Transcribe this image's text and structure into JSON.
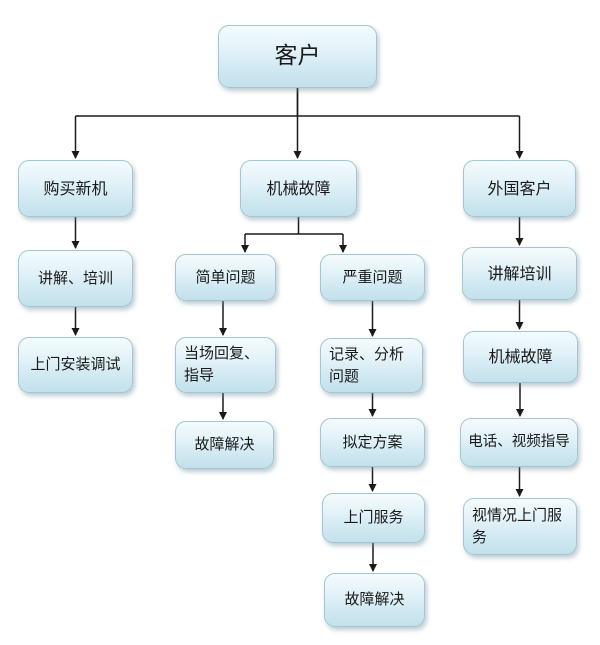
{
  "style": {
    "background": "#ffffff",
    "box_fill_top": "#f4fbfd",
    "box_fill_bottom": "#c3e1ec",
    "box_border": "#a3c6d2",
    "text_color": "#1a1a1a",
    "connector_color": "#1a1a1a"
  },
  "flowchart": {
    "type": "flowchart",
    "nodes": {
      "customer": {
        "label": "客户"
      },
      "buy_new_machine": {
        "label": "购买新机"
      },
      "explain_training_left": {
        "label": "讲解、培训"
      },
      "onsite_install_debug": {
        "label": "上门安装调试"
      },
      "mechanical_failure": {
        "label": "机械故障"
      },
      "simple_problem": {
        "label": "简单问题"
      },
      "onsite_reply_guidance": {
        "label": "当场回复、指导"
      },
      "fault_resolved_left": {
        "label": "故障解决"
      },
      "serious_problem": {
        "label": "严重问题"
      },
      "record_analyze_problem": {
        "label": "记录、分析问题"
      },
      "draft_plan": {
        "label": "拟定方案"
      },
      "onsite_service": {
        "label": "上门服务"
      },
      "fault_resolved_mid": {
        "label": "故障解决"
      },
      "foreign_customer": {
        "label": "外国客户"
      },
      "explain_training_right": {
        "label": "讲解培训"
      },
      "mechanical_failure_right": {
        "label": "机械故障"
      },
      "phone_video_guidance": {
        "label": "电话、视频指导"
      },
      "onsite_service_as_needed": {
        "label": "视情况上门服务"
      }
    },
    "edges": [
      {
        "from": "customer",
        "to": "buy_new_machine"
      },
      {
        "from": "customer",
        "to": "mechanical_failure"
      },
      {
        "from": "customer",
        "to": "foreign_customer"
      },
      {
        "from": "buy_new_machine",
        "to": "explain_training_left"
      },
      {
        "from": "explain_training_left",
        "to": "onsite_install_debug"
      },
      {
        "from": "mechanical_failure",
        "to": "simple_problem"
      },
      {
        "from": "mechanical_failure",
        "to": "serious_problem"
      },
      {
        "from": "simple_problem",
        "to": "onsite_reply_guidance"
      },
      {
        "from": "onsite_reply_guidance",
        "to": "fault_resolved_left"
      },
      {
        "from": "serious_problem",
        "to": "record_analyze_problem"
      },
      {
        "from": "record_analyze_problem",
        "to": "draft_plan"
      },
      {
        "from": "draft_plan",
        "to": "onsite_service"
      },
      {
        "from": "onsite_service",
        "to": "fault_resolved_mid"
      },
      {
        "from": "foreign_customer",
        "to": "explain_training_right"
      },
      {
        "from": "explain_training_right",
        "to": "mechanical_failure_right"
      },
      {
        "from": "mechanical_failure_right",
        "to": "phone_video_guidance"
      },
      {
        "from": "phone_video_guidance",
        "to": "onsite_service_as_needed"
      }
    ]
  }
}
